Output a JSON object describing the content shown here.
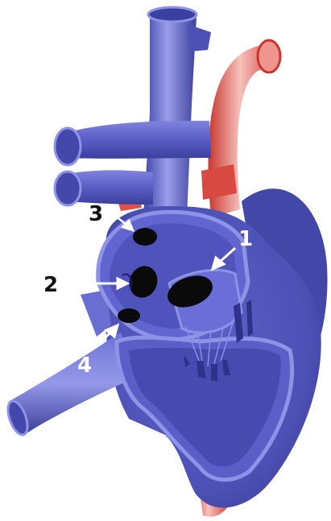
{
  "colors": {
    "vein_blue": "#5a5fc4",
    "vein_light": "#8f93e6",
    "vein_dark": "#34378f",
    "artery_red": "#e2554c",
    "artery_light": "#f4a9a3",
    "opening_black": "#0a0a0a",
    "label_black": "#111111",
    "arrow_white": "#ffffff"
  },
  "labels": {
    "one": "1",
    "two": "2",
    "three": "3",
    "four": "4"
  }
}
